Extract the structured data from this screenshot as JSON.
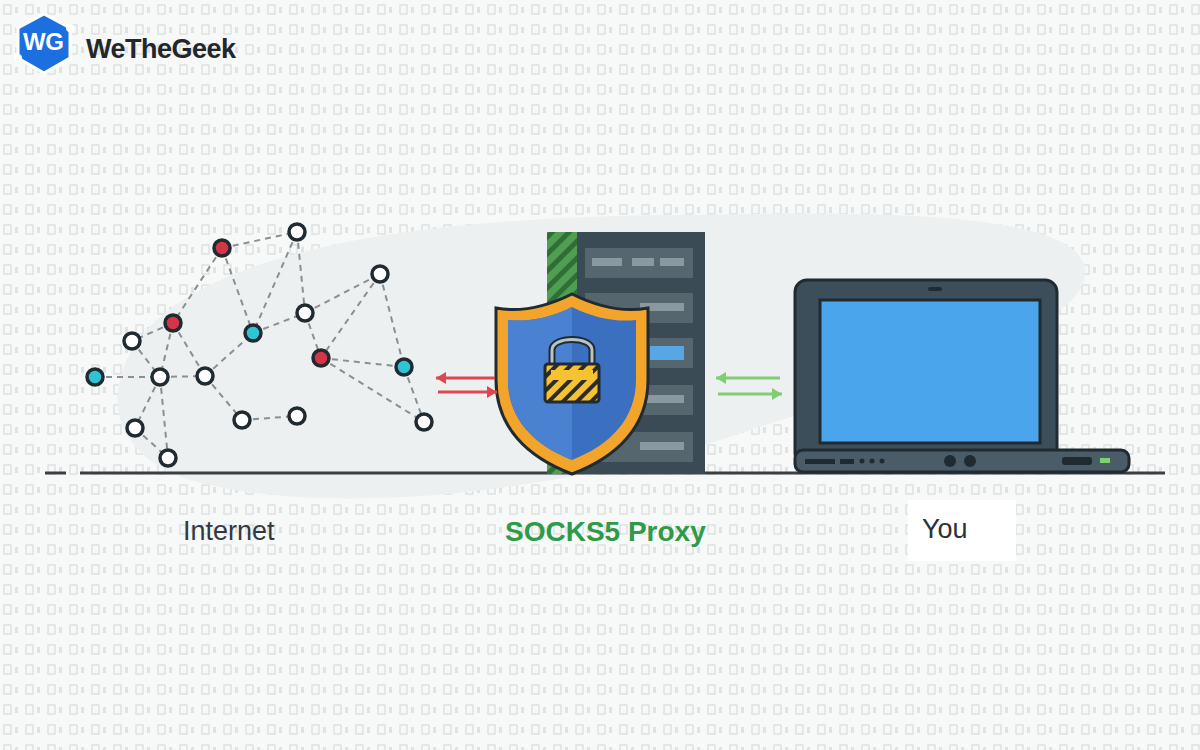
{
  "diagram": {
    "nodes": [
      {
        "text": [
          "Internet"
        ]
      },
      {
        "text": [
          "SOCKS5 Proxy"
        ]
      },
      {
        "text": [
          "You"
        ]
      }
    ],
    "edges": [
      {
        "from": 0,
        "to": 1,
        "arrow": "both"
      },
      {
        "from": 1,
        "to": 2,
        "arrow": "both"
      }
    ],
    "labels": [
      "WG",
      "WeTheGeek"
    ]
  }
}
